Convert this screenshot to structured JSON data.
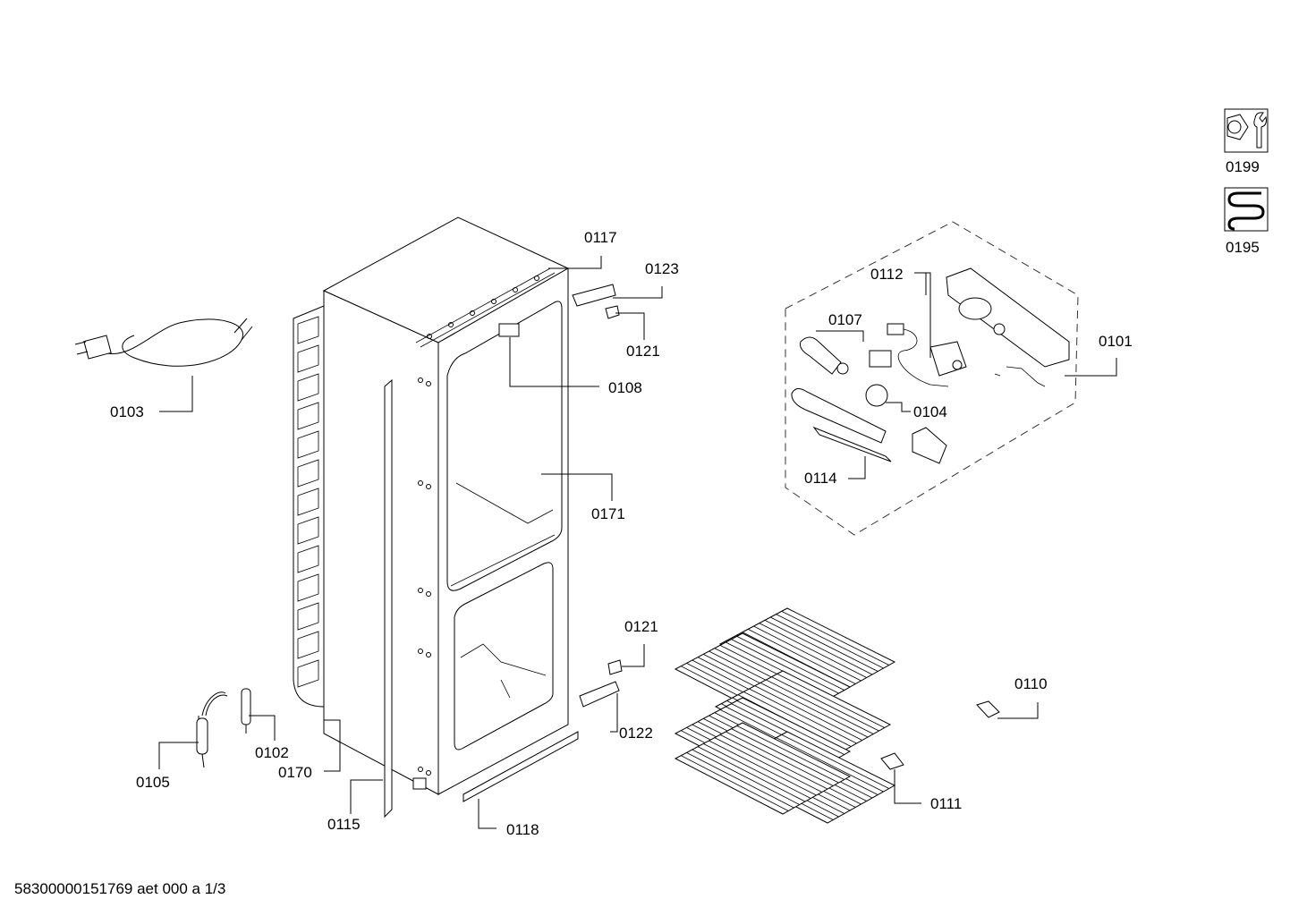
{
  "callouts": {
    "c0117": "0117",
    "c0123": "0123",
    "c0121a": "0121",
    "c0108": "0108",
    "c0103": "0103",
    "c0171": "0171",
    "c0121b": "0121",
    "c0122": "0122",
    "c0170": "0170",
    "c0115": "0115",
    "c0118": "0118",
    "c0102": "0102",
    "c0105": "0105",
    "c0112": "0112",
    "c0107": "0107",
    "c0101": "0101",
    "c0104": "0104",
    "c0114": "0114",
    "c0110": "0110",
    "c0111": "0111"
  },
  "legend": {
    "tools": "0199",
    "heating": "0195"
  },
  "footer": "58300000151769 aet 000 a 1/3",
  "icons": [
    "tools-wrench-icon",
    "heating-coil-icon"
  ]
}
